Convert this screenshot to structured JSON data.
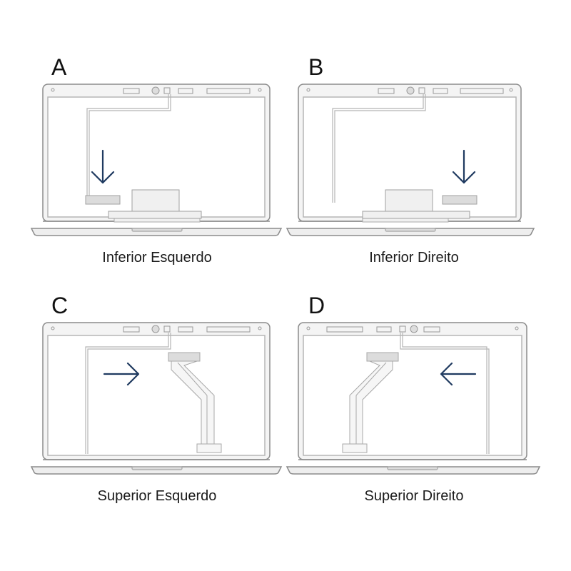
{
  "panels": [
    {
      "letter": "A",
      "caption": "Inferior Esquerdo"
    },
    {
      "letter": "B",
      "caption": "Inferior Direito"
    },
    {
      "letter": "C",
      "caption": "Superior Esquerdo"
    },
    {
      "letter": "D",
      "caption": "Superior Direito"
    }
  ],
  "colors": {
    "arrow": "#1f3a60",
    "outline": "#8c8c8c",
    "line": "#b5b5b5"
  },
  "icons": {
    "arrow_a": "arrow-down-icon",
    "arrow_b": "arrow-down-icon",
    "arrow_c": "arrow-right-icon",
    "arrow_d": "arrow-left-icon"
  }
}
